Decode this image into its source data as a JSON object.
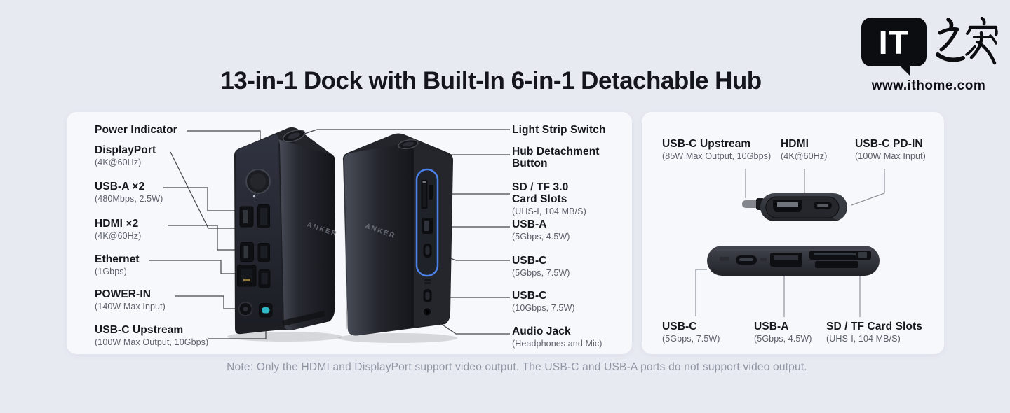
{
  "title": "13-in-1 Dock with Built-In 6-in-1 Detachable Hub",
  "note": "Note: Only the HDMI and DisplayPort support video output. The USB-C and USB-A ports do not support video output.",
  "logo": {
    "bubble_text": "IT",
    "calligraphy": "之家",
    "site": "www.ithome.com"
  },
  "dock": {
    "brand": "ANKER",
    "left_labels": [
      {
        "name": "Power Indicator",
        "spec": ""
      },
      {
        "name": "DisplayPort",
        "spec": "(4K@60Hz)"
      },
      {
        "name": "USB-A ×2",
        "spec": "(480Mbps, 2.5W)"
      },
      {
        "name": "HDMI ×2",
        "spec": "(4K@60Hz)"
      },
      {
        "name": "Ethernet",
        "spec": "(1Gbps)"
      },
      {
        "name": "POWER-IN",
        "spec": "(140W Max Input)"
      },
      {
        "name": "USB-C Upstream",
        "spec": "(100W Max Output, 10Gbps)"
      }
    ],
    "right_labels": [
      {
        "name": "Light Strip Switch",
        "spec": ""
      },
      {
        "name": "Hub Detachment Button",
        "spec": ""
      },
      {
        "name": "SD / TF 3.0 Card Slots",
        "spec": "(UHS-I, 104 MB/S)"
      },
      {
        "name": "USB-A",
        "spec": "(5Gbps, 4.5W)"
      },
      {
        "name": "USB-C",
        "spec": "(5Gbps, 7.5W)"
      },
      {
        "name": "USB-C",
        "spec": "(10Gbps, 7.5W)"
      },
      {
        "name": "Audio Jack",
        "spec": "(Headphones and Mic)"
      }
    ]
  },
  "hub": {
    "top_labels": [
      {
        "name": "USB-C Upstream",
        "spec": "(85W Max Output, 10Gbps)"
      },
      {
        "name": "HDMI",
        "spec": "(4K@60Hz)"
      },
      {
        "name": "USB-C PD-IN",
        "spec": "(100W Max Input)"
      }
    ],
    "bottom_labels": [
      {
        "name": "USB-C",
        "spec": "(5Gbps, 7.5W)"
      },
      {
        "name": "USB-A",
        "spec": "(5Gbps, 4.5W)"
      },
      {
        "name": "SD / TF Card Slots",
        "spec": "(UHS-I, 104 MB/S)"
      }
    ]
  },
  "colors": {
    "background": "#e8eaf2",
    "panel": "#f7f8fb",
    "accent_blue": "#4a80e8",
    "usb_c_teal": "#2fb6c6",
    "text_dark": "#17181f",
    "text_grey": "#5c606b",
    "note_grey": "#9096a3"
  }
}
